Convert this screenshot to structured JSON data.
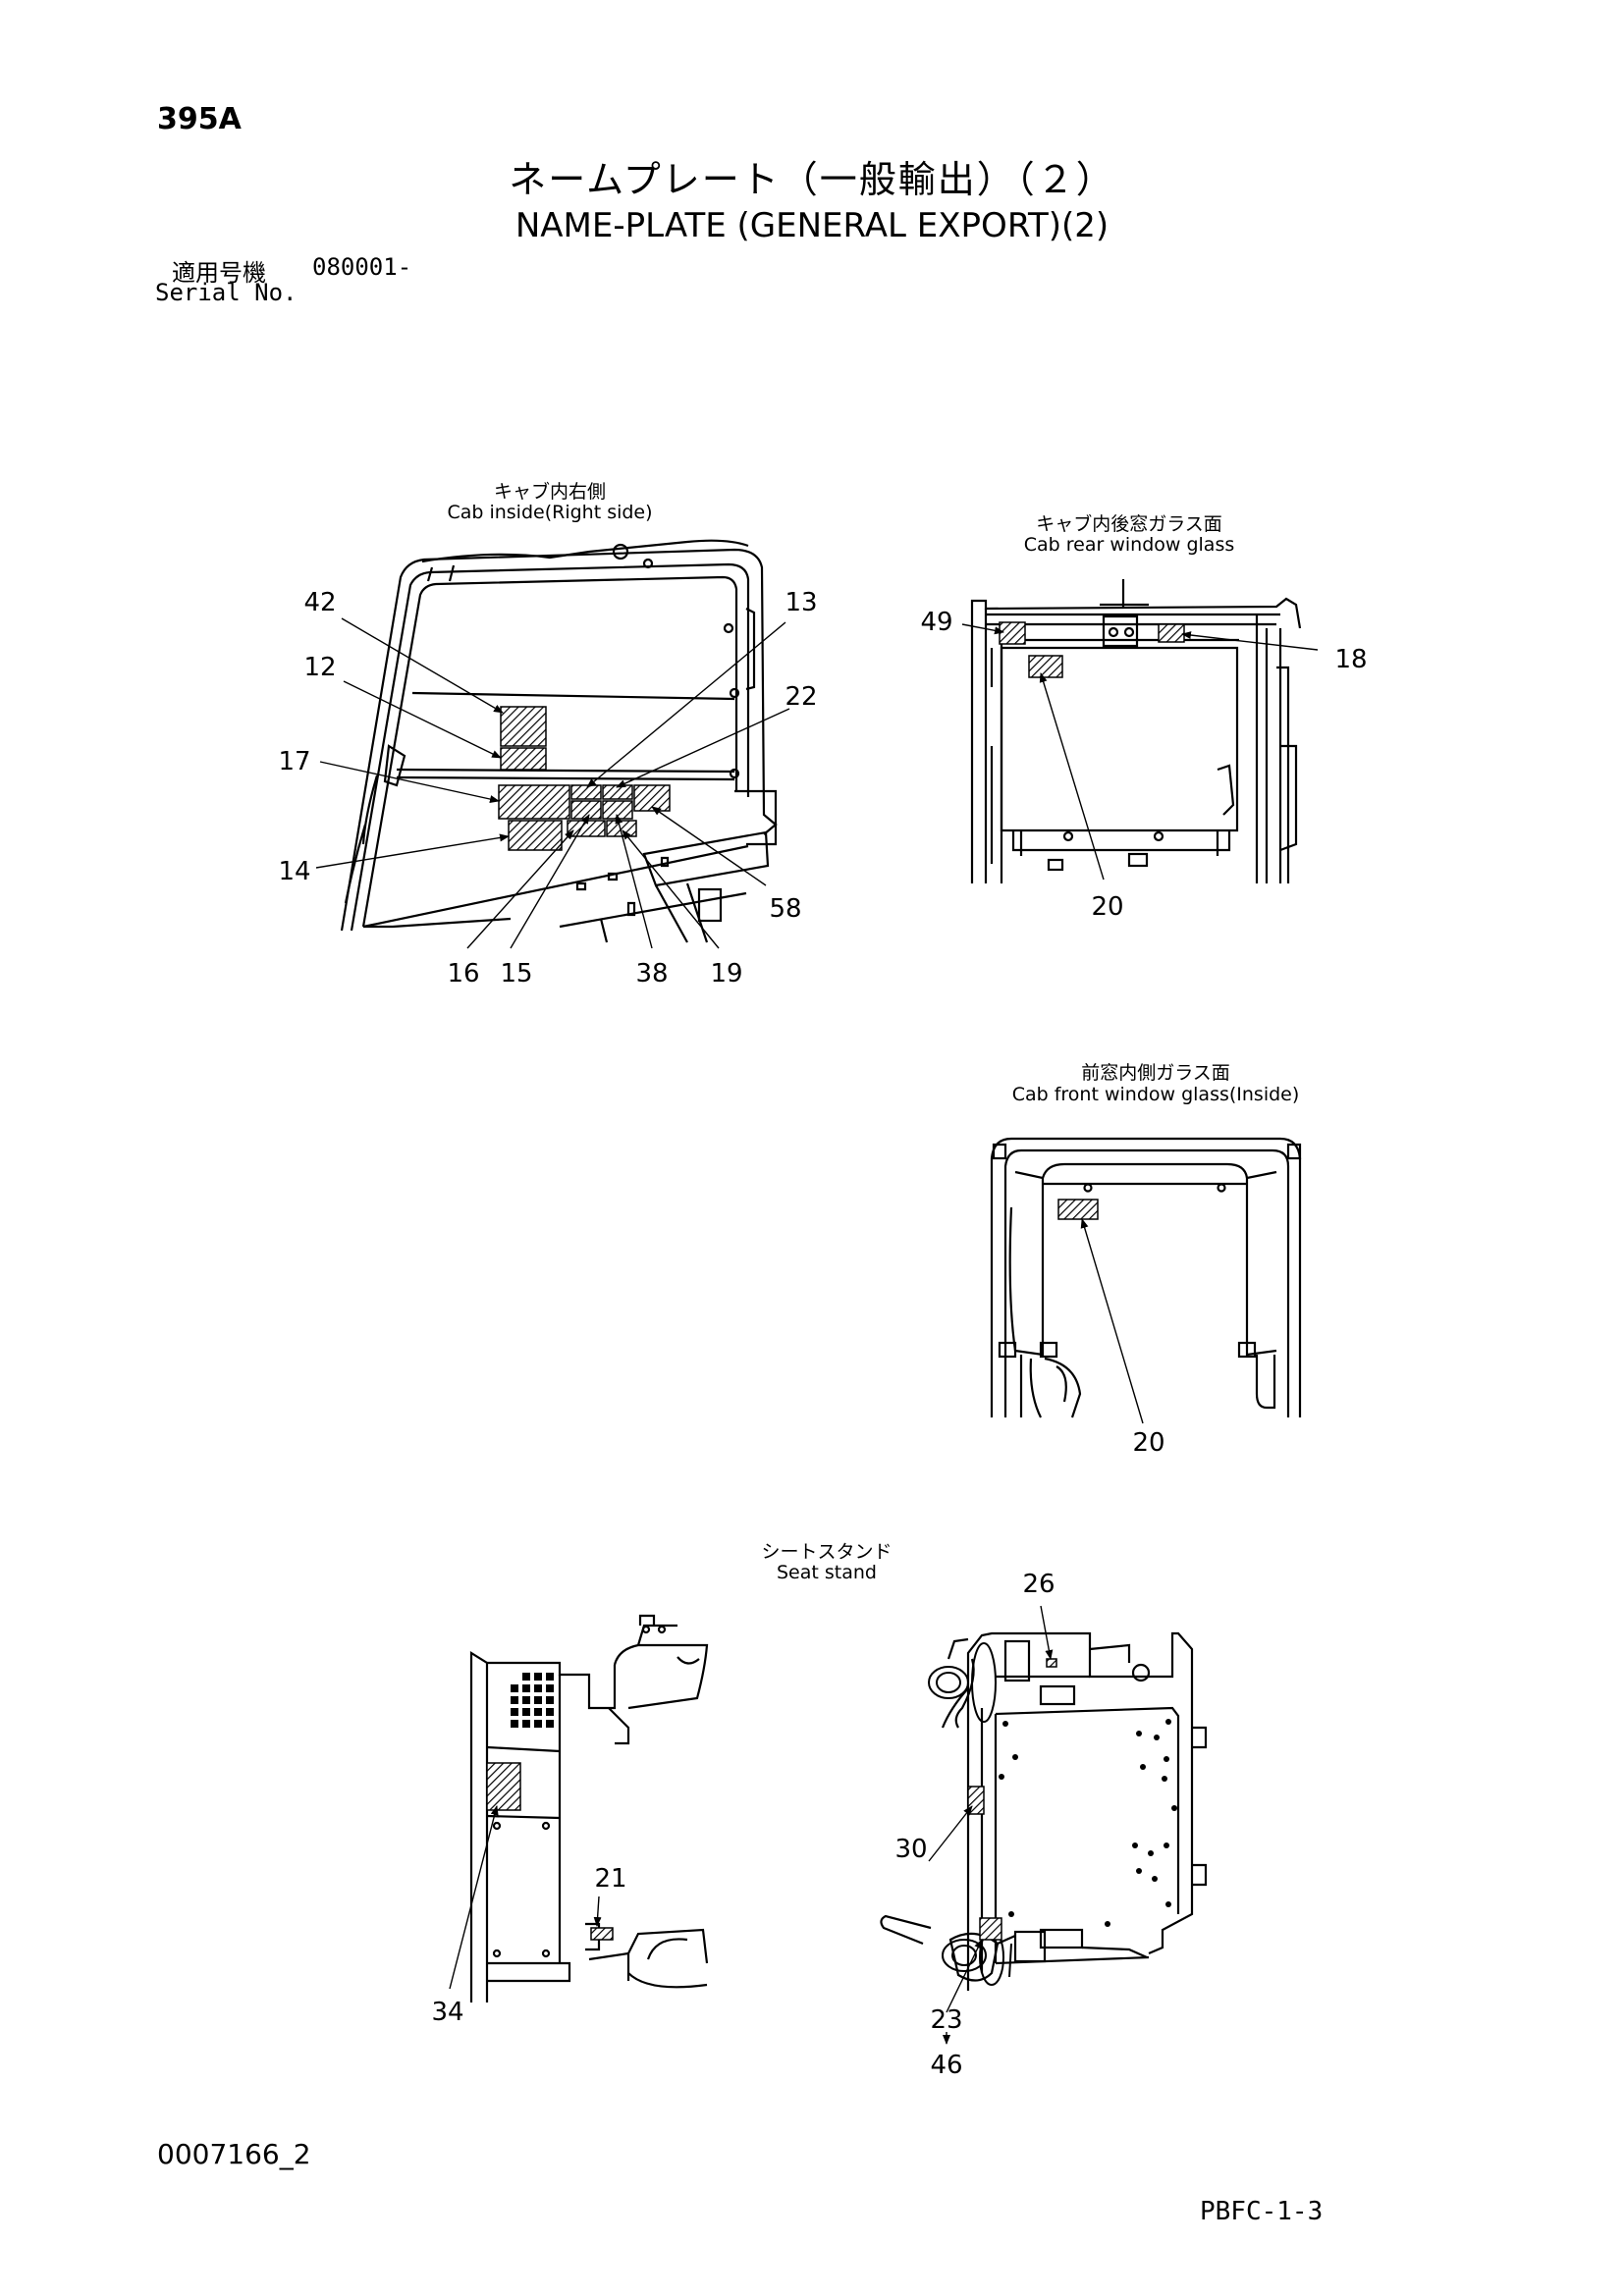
{
  "header": {
    "page_code": "395A",
    "title_jp": "ネームプレート（一般輸出）（２）",
    "title_en": "NAME-PLATE (GENERAL EXPORT)(2)",
    "serial_label_jp": "適用号機",
    "serial_value": "080001-",
    "serial_label_en": "Serial No."
  },
  "views": {
    "cab_right": {
      "caption_jp": "キャブ内右側",
      "caption_en": "Cab inside(Right side)",
      "callouts": [
        "42",
        "12",
        "17",
        "14",
        "13",
        "22",
        "58",
        "16",
        "15",
        "38",
        "19"
      ]
    },
    "cab_rear": {
      "caption_jp": "キャブ内後窓ガラス面",
      "caption_en": "Cab rear window glass",
      "callouts": [
        "49",
        "18",
        "20"
      ]
    },
    "cab_front": {
      "caption_jp": "前窓内側ガラス面",
      "caption_en": "Cab front window glass(Inside)",
      "callouts": [
        "20"
      ]
    },
    "seat_stand": {
      "caption_jp": "シートスタンド",
      "caption_en": "Seat stand",
      "callouts": [
        "21",
        "34",
        "26",
        "30",
        "23",
        "46"
      ]
    }
  },
  "footer": {
    "drawing_no": "0007166_2",
    "sheet_code": "PBFC-1-3"
  }
}
